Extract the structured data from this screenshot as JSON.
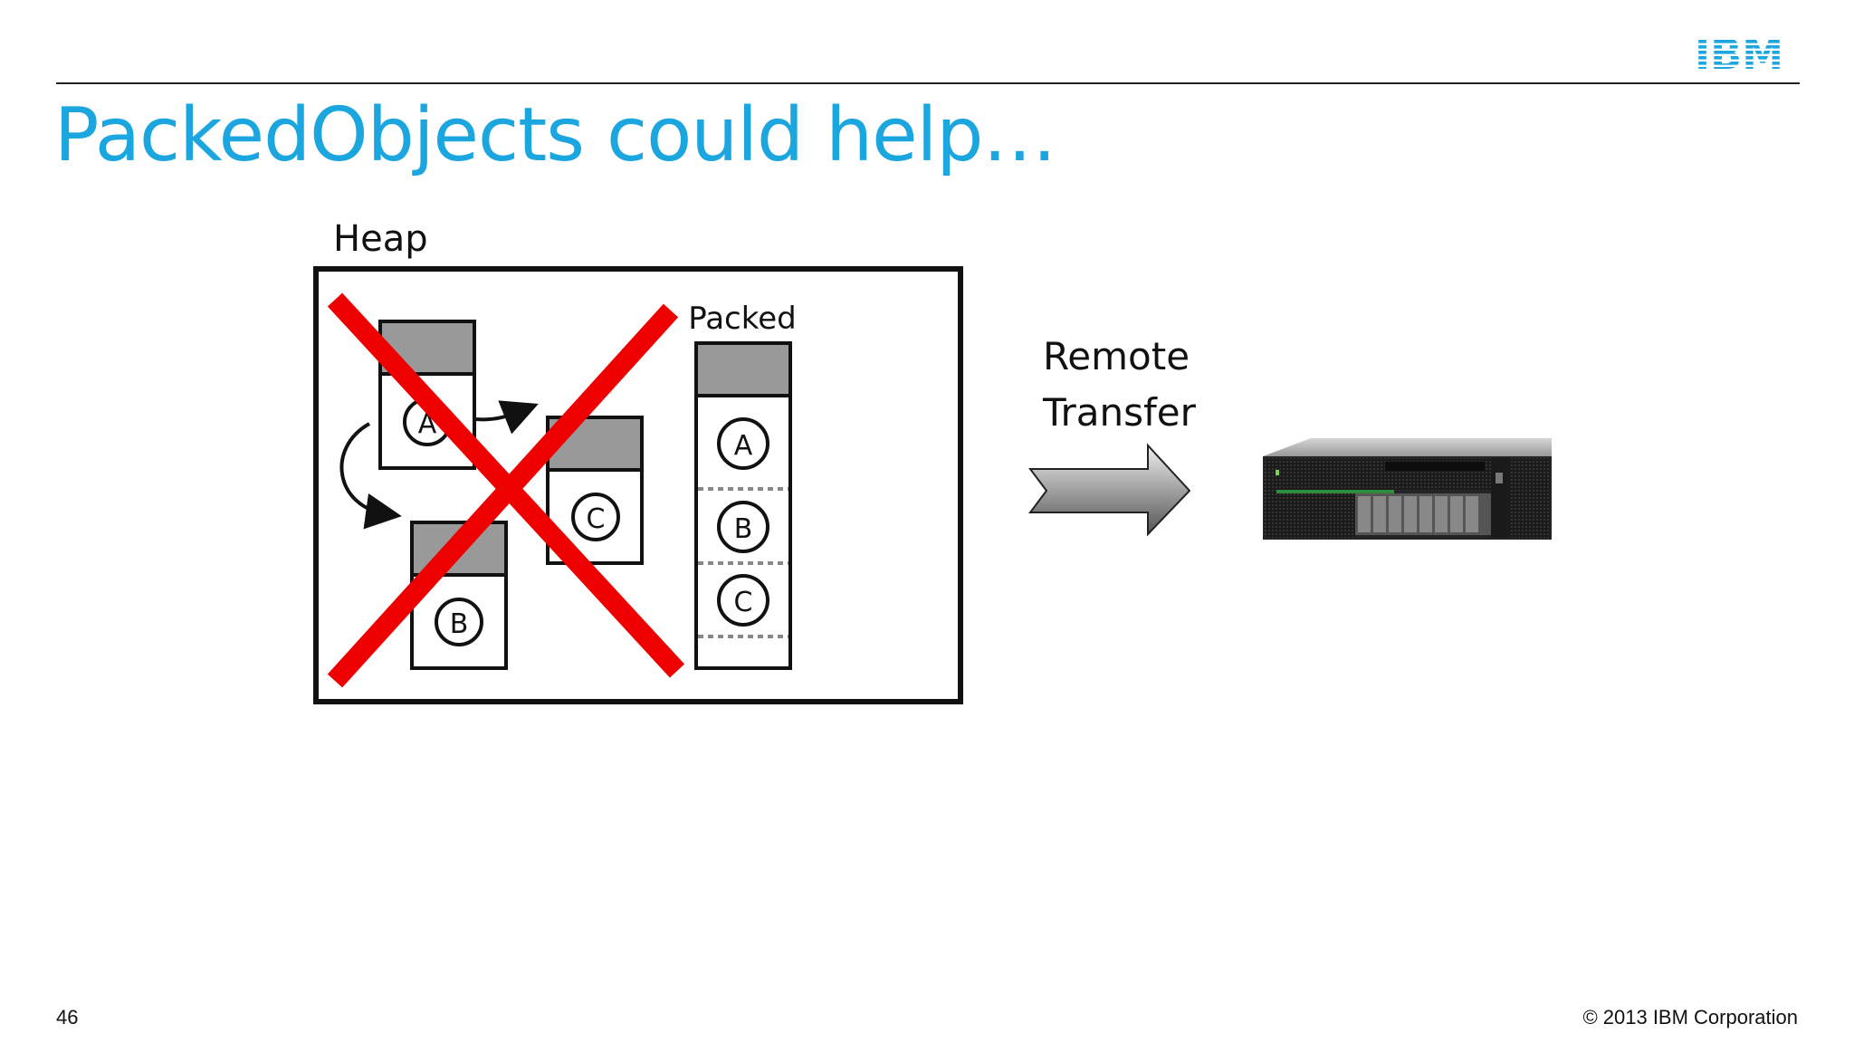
{
  "slide": {
    "title": "PackedObjects could help…",
    "page_number": "46",
    "copyright": "© 2013 IBM Corporation",
    "logo_text": "IBM"
  },
  "diagram": {
    "heap_label": "Heap",
    "packed_label": "Packed",
    "objects": [
      "A",
      "C",
      "B"
    ],
    "packed_fields": [
      "A",
      "B",
      "C"
    ],
    "transfer_label_line1": "Remote",
    "transfer_label_line2": "Transfer",
    "server_icon": "server-icon",
    "cross_icon": "red-x-icon"
  },
  "colors": {
    "title": "#1ba6e0",
    "logo": "#1ba6e0",
    "cross": "#ee0000",
    "object_header": "#999999"
  }
}
